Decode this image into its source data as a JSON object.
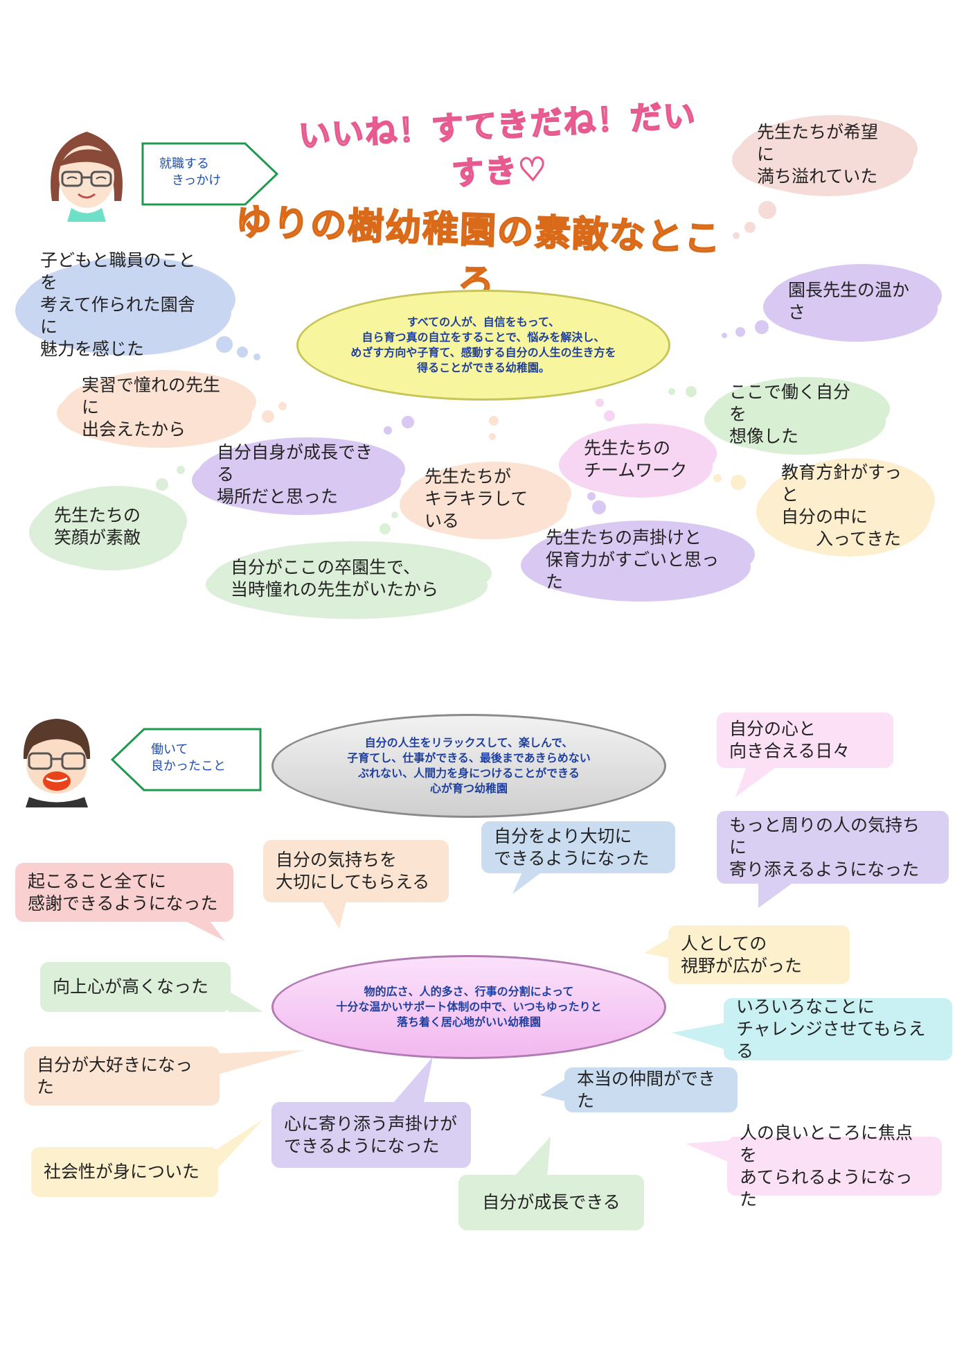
{
  "top": {
    "title_catch": "いいね！すてきだね！だいすき♡",
    "title_main": "ゆりの樹幼稚園の素敵なところ",
    "tag_label": "就職する\n　きっかけ",
    "center_text": "すべての人が、自信をもって、\n自ら育つ真の自立をすることで、悩みを解決し、\nめざす方向や子育て、感動する自分の人生の生き方を\n得ることができる幼稚園。",
    "clouds": [
      {
        "text": "先生たちが希望に\n満ち溢れていた",
        "color": "#f5dcd8"
      },
      {
        "text": "子どもと職員のことを\n考えて作られた園舎に\n魅力を感じた",
        "color": "#c9d6f2"
      },
      {
        "text": "園長先生の温かさ",
        "color": "#d9c9f2"
      },
      {
        "text": "実習で憧れの先生に\n出会えたから",
        "color": "#fbe2d2"
      },
      {
        "text": "ここで働く自分を\n想像した",
        "color": "#d8efd3"
      },
      {
        "text": "先生たちの\nチームワーク",
        "color": "#f6d6f2"
      },
      {
        "text": "自分自身が成長できる\n場所だと思った",
        "color": "#d9c9f2"
      },
      {
        "text": "先生たちが\nキラキラしている",
        "color": "#fbe2d2"
      },
      {
        "text": "教育方針がすっと\n自分の中に\n　　入ってきた",
        "color": "#fdeecd"
      },
      {
        "text": "先生たちの\n笑顔が素敵",
        "color": "#dcefd8"
      },
      {
        "text": "先生たちの声掛けと\n保育力がすごいと思った",
        "color": "#d9c9f2"
      },
      {
        "text": "自分がここの卒園生で、\n当時憧れの先生がいたから",
        "color": "#dcefd8"
      }
    ]
  },
  "bottom": {
    "tag_label": "働いて\n良かったこと",
    "center_top_text": "自分の人生をリラックスして、楽しんで、\n子育てし、仕事ができる、最後まであきらめない\nぶれない、人間力を身につけることができる\n心が育つ幼稚園",
    "center_mid_text": "物的広さ、人的多さ、行事の分割によって\n十分な温かいサポート体制の中で、いつもゆったりと\n落ち着く居心地がいい幼稚園",
    "bubbles": [
      {
        "text": "自分の心と\n向き合える日々",
        "color": "#fbe0f6"
      },
      {
        "text": "自分をより大切に\nできるようになった",
        "color": "#c9dcf0"
      },
      {
        "text": "もっと周りの人の気持ちに\n寄り添えるようになった",
        "color": "#d9cff2"
      },
      {
        "text": "自分の気持ちを\n大切にしてもらえる",
        "color": "#fbe4d2"
      },
      {
        "text": "起こること全てに\n感謝できるようになった",
        "color": "#f9cfcf"
      },
      {
        "text": "人としての\n視野が広がった",
        "color": "#fdf0cd"
      },
      {
        "text": "向上心が高くなった",
        "color": "#dcefd8"
      },
      {
        "text": "いろいろなことに\nチャレンジさせてもらえる",
        "color": "#c9f1f4"
      },
      {
        "text": "自分が大好きになった",
        "color": "#fbe4d2"
      },
      {
        "text": "本当の仲間ができた",
        "color": "#c9dcf0"
      },
      {
        "text": "心に寄り添う声掛けが\nできるようになった",
        "color": "#d9cff2"
      },
      {
        "text": "人の良いところに焦点を\nあてられるようになった",
        "color": "#fbe0f6"
      },
      {
        "text": "社会性が身についた",
        "color": "#fdf0cd"
      },
      {
        "text": "自分が成長できる",
        "color": "#dcefd8"
      }
    ]
  }
}
